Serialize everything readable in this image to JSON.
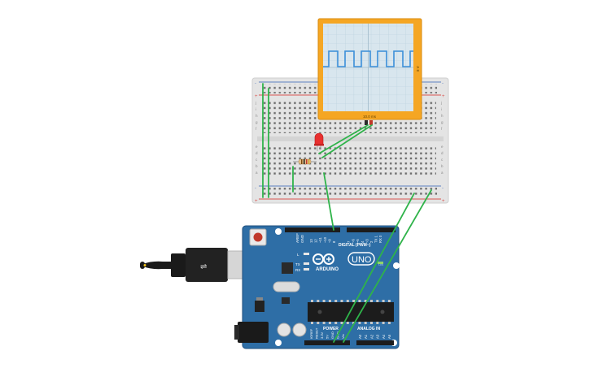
{
  "colors": {
    "background": "#ffffff",
    "breadboard": "#e6e6e6",
    "rail_red": "#d9534f",
    "rail_blue": "#5b7fc0",
    "wire_green": "#2fb34a",
    "arduino_blue": "#2e6ea6",
    "arduino_dark": "#1f4f7d",
    "scope_frame": "#f5a623",
    "scope_screen": "#d8e6ee",
    "scope_trace": "#3b8fd9",
    "led_red": "#e8302f",
    "usb_gray": "#d6d6d6",
    "cable_black": "#1a1a1a"
  },
  "icons": {
    "arduino_logo": "infinity-minus-plus-icon",
    "reset": "reset-button-icon"
  },
  "oscilloscope": {
    "time_label": "10.0 ms",
    "volt_label": "8 V"
  },
  "breadboard": {
    "row_letters_top": [
      "j",
      "i",
      "h",
      "g",
      "f"
    ],
    "row_letters_bottom": [
      "e",
      "d",
      "c",
      "b",
      "a"
    ],
    "rail_plus": "+",
    "rail_minus": "-"
  },
  "arduino": {
    "model": "UNO",
    "brand": "ARDUINO",
    "digital_label": "DIGITAL (PWM~)",
    "analog_label": "ANALOG IN",
    "power_label": "POWER",
    "aref_label": "AREF",
    "gnd_label": "GND",
    "led_l": "L",
    "led_tx": "TX",
    "led_rx": "RX",
    "on_label": "ON",
    "digital_pins": [
      "13",
      "12",
      "~11",
      "~10",
      "~9",
      "8",
      "7",
      "~6",
      "~5",
      "4",
      "~3",
      "2",
      "TX 1",
      "RX 0"
    ],
    "power_pins": [
      "IOREF",
      "RESET",
      "3.3V",
      "5V",
      "GND",
      "GND",
      "Vin"
    ],
    "analog_pins": [
      "A0",
      "A1",
      "A2",
      "A3",
      "A4",
      "A5"
    ]
  }
}
